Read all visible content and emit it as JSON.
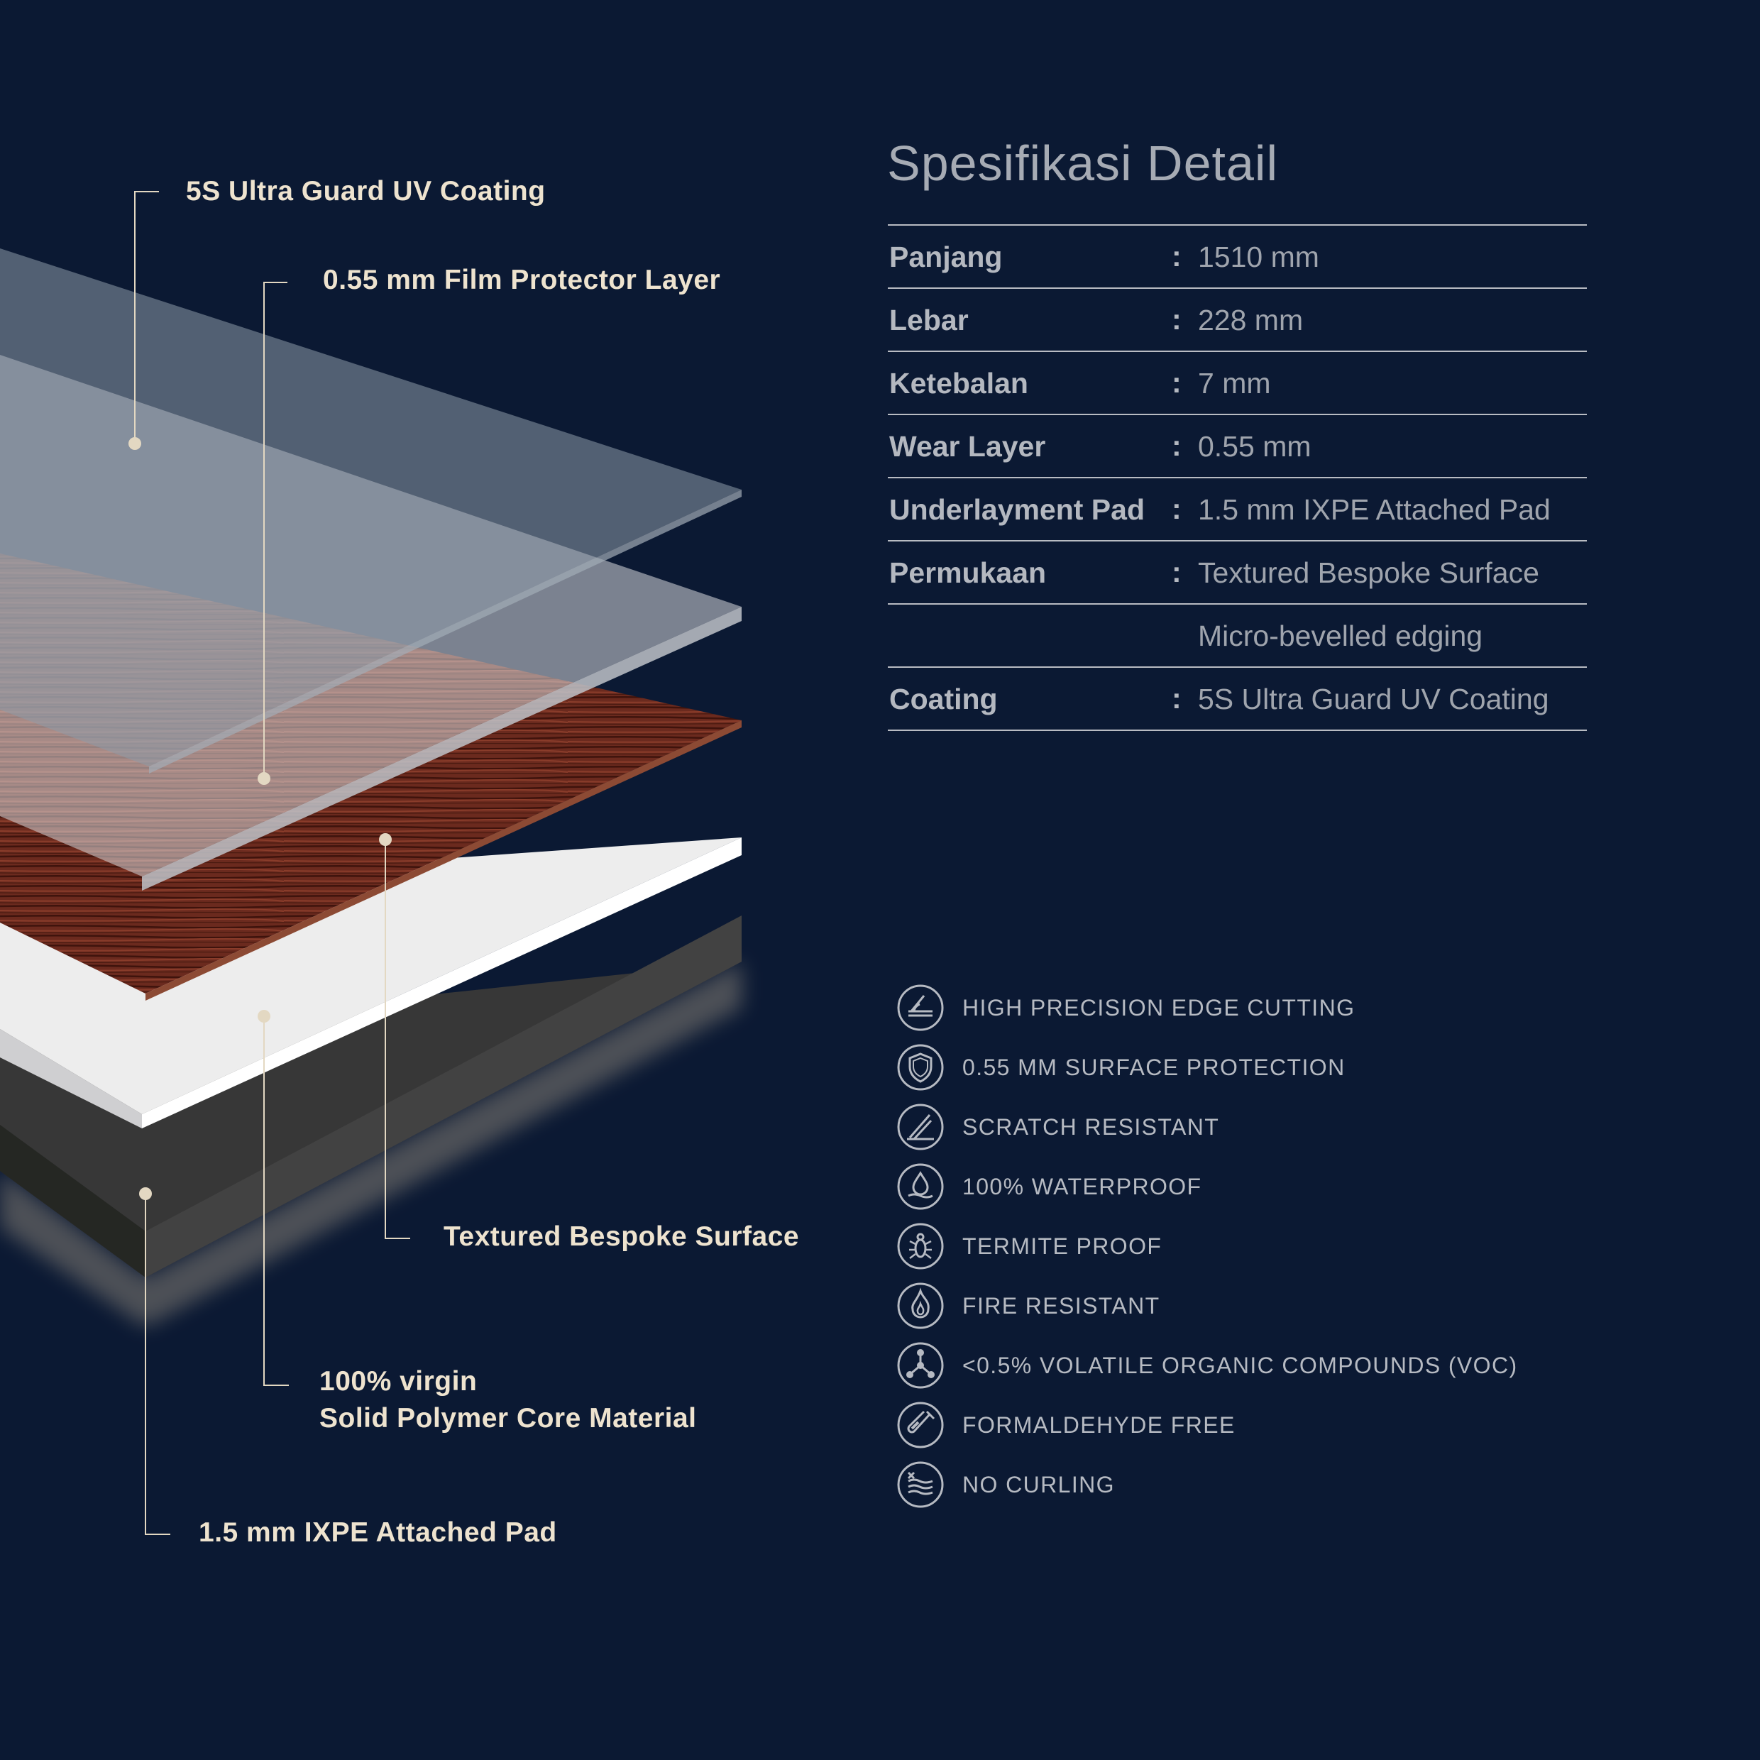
{
  "callouts": {
    "uv_coating": "5S Ultra Guard UV Coating",
    "film_protector": "0.55 mm Film Protector Layer",
    "textured_surface": "Textured Bespoke Surface",
    "core_line1": "100% virgin",
    "core_line2": "Solid Polymer Core Material",
    "ixpe_pad": "1.5 mm IXPE Attached Pad"
  },
  "spec": {
    "title": "Spesifikasi Detail",
    "rows": [
      {
        "label": "Panjang",
        "colon": ":",
        "value": "1510 mm"
      },
      {
        "label": "Lebar",
        "colon": ":",
        "value": "228 mm"
      },
      {
        "label": "Ketebalan",
        "colon": ":",
        "value": "7 mm"
      },
      {
        "label": "Wear Layer",
        "colon": ":",
        "value": "0.55 mm"
      },
      {
        "label": "Underlayment Pad",
        "colon": ":",
        "value": "1.5 mm IXPE Attached Pad"
      },
      {
        "label": "Permukaan",
        "colon": ":",
        "value": "Textured Bespoke Surface"
      },
      {
        "label": "",
        "colon": "",
        "value": "Micro-bevelled edging"
      },
      {
        "label": "Coating",
        "colon": ":",
        "value": "5S Ultra Guard UV Coating"
      }
    ]
  },
  "features": [
    {
      "icon": "edge-cutting-icon",
      "label": "HIGH PRECISION EDGE CUTTING"
    },
    {
      "icon": "shield-icon",
      "label": "0.55 MM SURFACE PROTECTION"
    },
    {
      "icon": "scratch-icon",
      "label": "SCRATCH RESISTANT"
    },
    {
      "icon": "water-drop-icon",
      "label": "100% WATERPROOF"
    },
    {
      "icon": "termite-icon",
      "label": "TERMITE PROOF"
    },
    {
      "icon": "flame-icon",
      "label": "FIRE RESISTANT"
    },
    {
      "icon": "molecule-icon",
      "label": "<0.5% VOLATILE ORGANIC COMPOUNDS (VOC)"
    },
    {
      "icon": "test-tube-icon",
      "label": "FORMALDEHYDE FREE"
    },
    {
      "icon": "no-curling-icon",
      "label": "NO CURLING"
    }
  ],
  "colors": {
    "background": "#0b1933",
    "callout_text": "#eee3cf",
    "line": "#e3d8c2",
    "spec_text": "#a6abb4",
    "wood": "#6b2a1e",
    "core": "#ececec",
    "pad": "#3a3a3a"
  }
}
